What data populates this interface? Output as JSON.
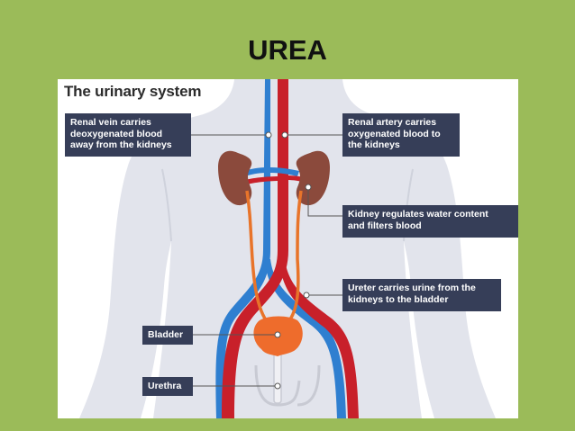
{
  "slide": {
    "title": "UREA"
  },
  "diagram": {
    "title": "The urinary system",
    "labels": {
      "renal_vein": "Renal vein carries\ndeoxygenated blood\naway from the kidneys",
      "renal_artery": "Renal artery carries\noxygenated blood to\nthe kidneys",
      "kidney": "Kidney regulates water content\nand filters blood",
      "ureter": "Ureter carries urine from the\nkidneys to the bladder",
      "bladder": "Bladder",
      "urethra": "Urethra"
    },
    "colors": {
      "background": "#9bbb59",
      "panel": "#ffffff",
      "body_silhouette": "#e2e4ec",
      "label_box": "#363e58",
      "artery": "#c8202a",
      "vein": "#2f7fd0",
      "kidney": "#8b4a3c",
      "ureter": "#e8742a",
      "bladder": "#ee6c2c",
      "urethra_guide": "#c8cad3"
    }
  }
}
